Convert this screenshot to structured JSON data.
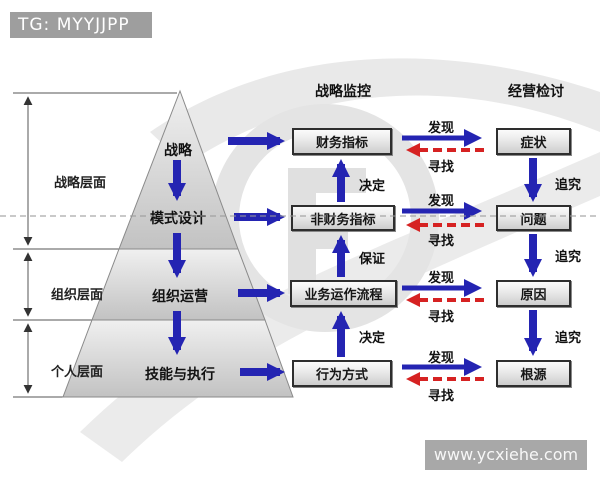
{
  "header": {
    "tag": "TG: MYYJJPP"
  },
  "watermark": {
    "url": "www.ycxiehe.com"
  },
  "columns": {
    "monitor": "战略监控",
    "review": "经营检讨"
  },
  "layers": {
    "strategy": "战略层面",
    "organization": "组织层面",
    "personal": "个人层面"
  },
  "pyramid": {
    "levels": [
      "战略",
      "模式设计",
      "组织运营",
      "技能与执行"
    ]
  },
  "rows": [
    {
      "metric": "财务指标",
      "finding": "症状",
      "discover": "发现",
      "seek": "寻找"
    },
    {
      "metric": "非财务指标",
      "finding": "问题",
      "discover": "发现",
      "seek": "寻找"
    },
    {
      "metric": "业务运作流程",
      "finding": "原因",
      "discover": "发现",
      "seek": "寻找"
    },
    {
      "metric": "行为方式",
      "finding": "根源",
      "discover": "发现",
      "seek": "寻找"
    }
  ],
  "links": {
    "middle": [
      "决定",
      "保证",
      "决定"
    ],
    "right": [
      "追究",
      "追究",
      "追究"
    ]
  },
  "colors": {
    "arrow_blue": "#2424b2",
    "arrow_red": "#d62222",
    "pyramid_gray": "#d6d6d6",
    "bar_gray": "#9e9e9e"
  }
}
